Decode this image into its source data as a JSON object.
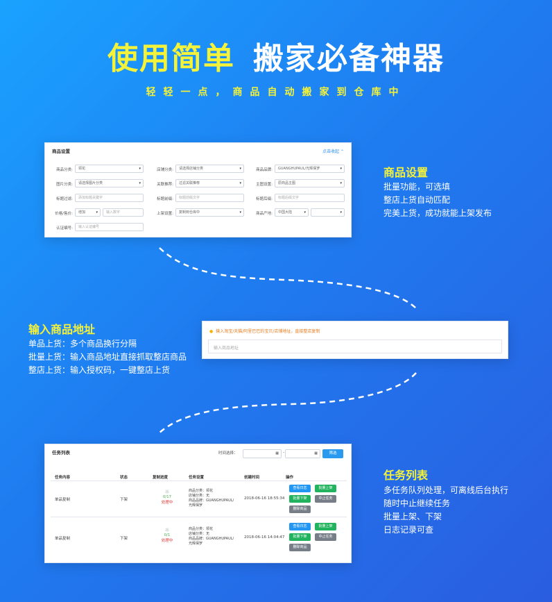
{
  "hero": {
    "title_yellow": "使用简单",
    "title_white": "搬家必备神器",
    "subtitle": "轻轻一点，商品自动搬家到仓库中"
  },
  "settings_card": {
    "title": "商品设置",
    "collapse_link": "点击收起 ⌃",
    "fields": [
      {
        "label": "商品分类:",
        "value": "领花",
        "kind": "select"
      },
      {
        "label": "店铺分类:",
        "value": "请选择店铺分类",
        "kind": "select"
      },
      {
        "label": "商品品牌:",
        "value": "GUANGHUPAUL/光辉保罗",
        "kind": "select"
      },
      {
        "label": "图片分类:",
        "value": "请选择图片分类",
        "kind": "select"
      },
      {
        "label": "关联推荐:",
        "value": "过滤关联推荐",
        "kind": "select"
      },
      {
        "label": "主图设置:",
        "value": "原商品主图",
        "kind": "select"
      },
      {
        "label": "标题过滤:",
        "value": "添加标题关键字",
        "kind": "input"
      },
      {
        "label": "标题前缀:",
        "value": "标题前缀文字",
        "kind": "input"
      },
      {
        "label": "标题后缀:",
        "value": "标题后缀文字",
        "kind": "input"
      },
      {
        "label": "价格/售价:",
        "value": "增加",
        "kind": "select"
      },
      {
        "label": "",
        "value": "输入数字",
        "kind": "input"
      },
      {
        "label": "上架设置:",
        "value": "复制到仓库中",
        "kind": "select"
      },
      {
        "label": "商品产地:",
        "value": "中国大陆",
        "kind": "select"
      },
      {
        "label": "",
        "value": "",
        "kind": "select"
      },
      {
        "label": "认证编号:",
        "value": "输入认证编号",
        "kind": "input"
      }
    ]
  },
  "address_card": {
    "tip": "输入淘宝/天猫/阿里巴巴的宝贝/店铺地址，直接整店复制",
    "input_placeholder": "输入商品地址"
  },
  "task_card": {
    "title": "任务列表",
    "time_label": "时间选择：",
    "date_from": "▦",
    "date_to": "▦",
    "filter_label": "筛选",
    "columns": [
      "任务内容",
      "状态",
      "复制进度",
      "任务设置",
      "创建时间",
      "操作"
    ],
    "rows": [
      {
        "content": "单品复制",
        "status": "下架",
        "progress": "0/17",
        "progress_state": "处理中",
        "settings": [
          "商品分类：领花",
          "店铺分类：无",
          "商品品牌：GUANGHUPAUL/",
          "光辉保罗"
        ],
        "created": "2018-06-16 18:55:34"
      },
      {
        "content": "单品复制",
        "status": "下架",
        "progress": "0/1",
        "progress_state": "处理中",
        "settings": [
          "商品分类：领花",
          "店铺分类：无",
          "商品品牌：GUANGHUPAUL/",
          "光辉保罗"
        ],
        "created": "2018-06-16 14:04:47"
      }
    ],
    "actions": {
      "log": "查看日志",
      "batch_on": "批量上架",
      "batch_off": "批量下架",
      "stop": "中止任务",
      "delete": "删除商品"
    }
  },
  "side": {
    "settings": {
      "heading": "商品设置",
      "lines": [
        "批量功能，可选填",
        "整店上货自动匹配",
        "完美上货，成功就能上架发布"
      ]
    },
    "address": {
      "heading": "输入商品地址",
      "lines": [
        "单品上货：多个商品换行分隔",
        "批量上货：输入商品地址直接抓取整店商品",
        "整店上货：输入授权码，一键整店上货"
      ]
    },
    "tasks": {
      "heading": "任务列表",
      "lines": [
        "多任务队列处理，可离线后台执行",
        "随时中止继续任务",
        "批量上架、下架",
        "日志记录可查"
      ]
    }
  },
  "colors": {
    "accent_yellow": "#f4f33a",
    "bg_blue": "#1f7cf0",
    "btn_blue": "#2196f3",
    "btn_green": "#22b35e",
    "btn_gray": "#777e88"
  }
}
